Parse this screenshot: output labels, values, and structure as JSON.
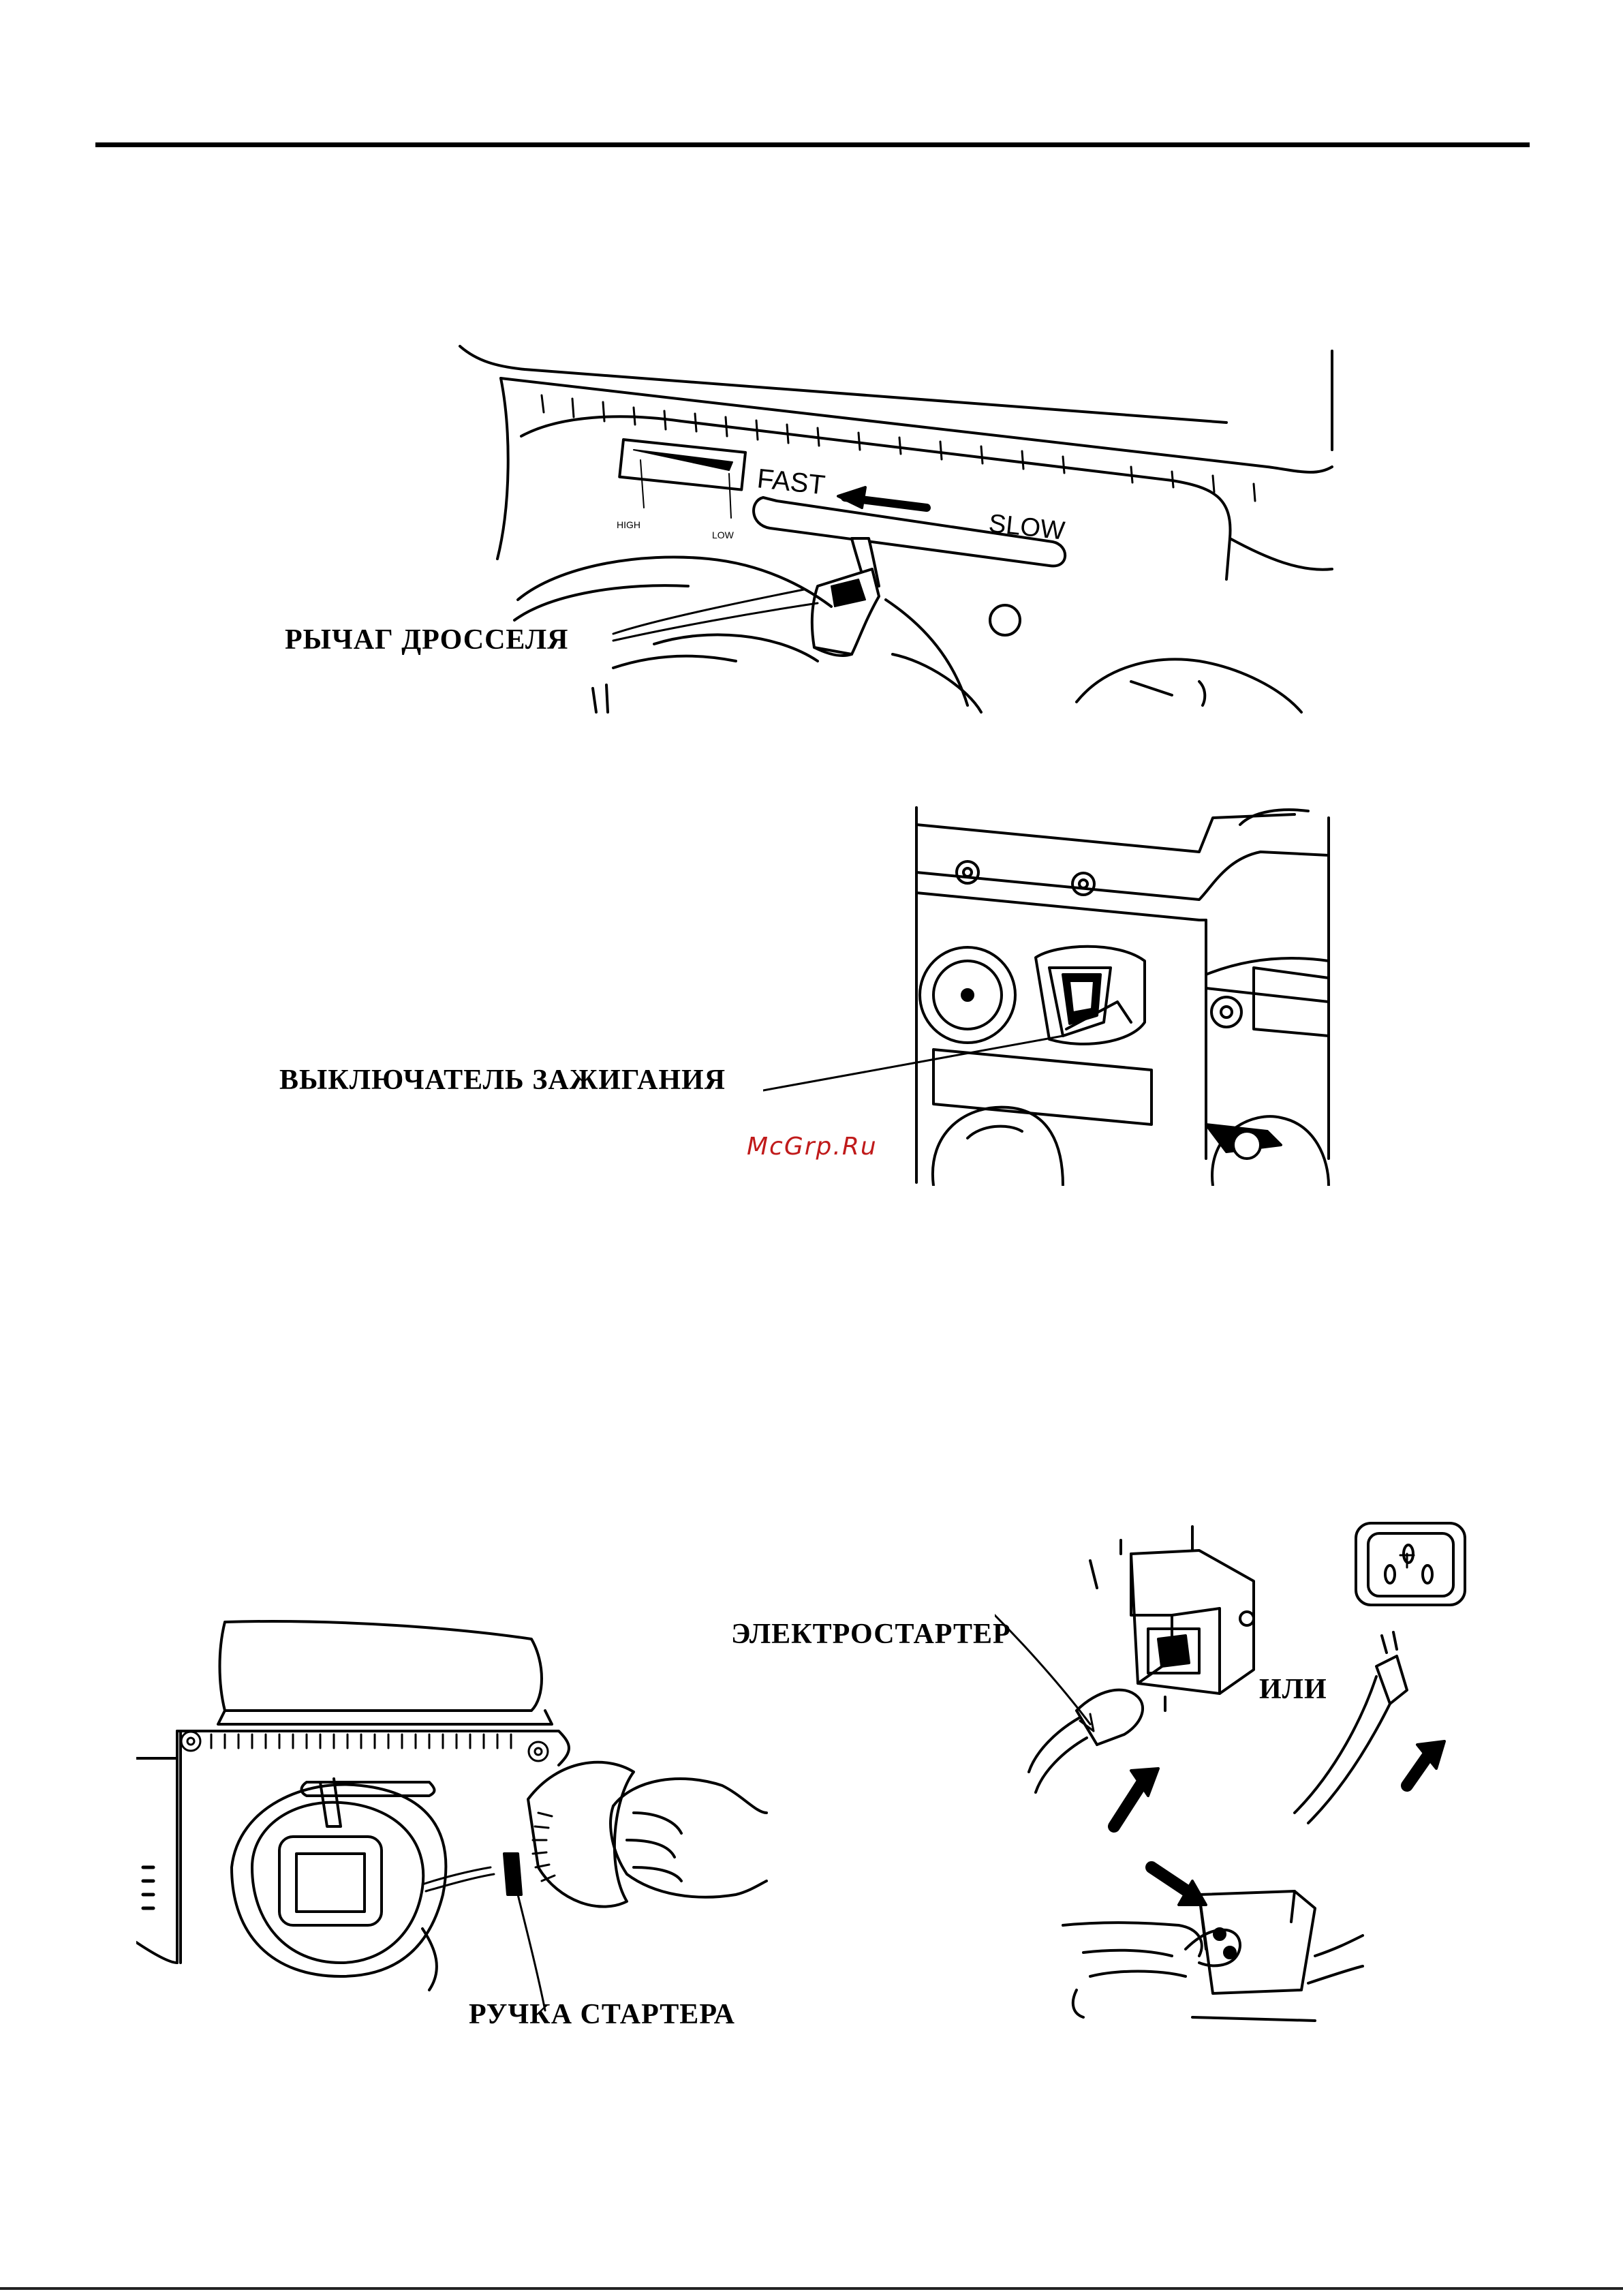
{
  "figure1": {
    "label": "РЫЧАГ ДРОССЕЛЯ",
    "fast": "FAST",
    "slow": "SLOW",
    "high": "HIGH",
    "low": "LOW"
  },
  "figure2": {
    "label": "ВЫКЛЮЧАТЕЛЬ ЗАЖИГАНИЯ"
  },
  "figure3": {
    "label": "РУЧКА СТАРТЕРА"
  },
  "figure4": {
    "label": "ЭЛЕКТРОСТАРТЕР",
    "or": "ИЛИ"
  },
  "watermark": "McGrp.Ru"
}
